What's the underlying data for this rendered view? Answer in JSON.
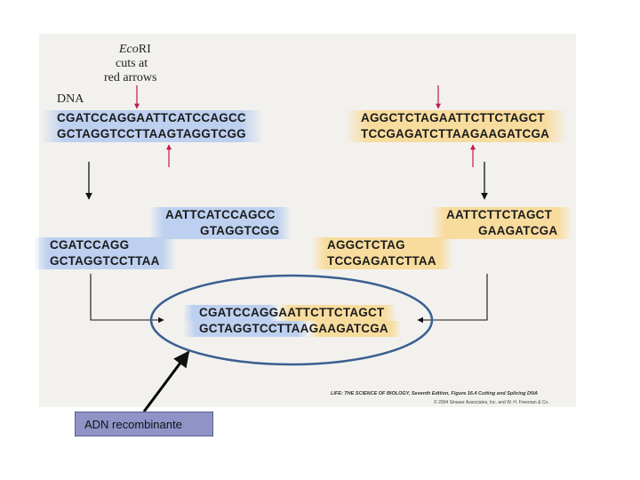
{
  "enzyme": {
    "name_italic": "Eco",
    "name_roman": "RI",
    "line2": "cuts at",
    "line3": "red arrows"
  },
  "dna_label": "DNA",
  "sequences": {
    "blue_top": "CGATCCAGGAATTCATCCAGCC",
    "blue_bottom": "GCTAGGTCCTTAAGTAGGTCGG",
    "yellow_top": "AGGCTCTAGAATTCTTCTAGCT",
    "yellow_bottom": "TCCGAGATCTTAAGAAGATCGA",
    "blue_frag_right_top": "AATTCATCCAGCC",
    "blue_frag_right_bottom": "GTAGGTCGG",
    "yellow_frag_right_top": "AATTCTTCTAGCT",
    "yellow_frag_right_bottom": "GAAGATCGA",
    "blue_frag_left_top": "CGATCCAGG",
    "blue_frag_left_bottom": "GCTAGGTCCTTAA",
    "yellow_frag_left_top": "AGGCTCTAG",
    "yellow_frag_left_bottom": "TCCGAGATCTTAA",
    "recombinant_top_blue": "CGATCCAGG",
    "recombinant_top_yellow": "AATTCTTCTAGCT",
    "recombinant_bottom_blue": "GCTAGGTCCTTAA",
    "recombinant_bottom_yellow": "GAAGATCGA"
  },
  "caption": "LIFE: THE SCIENCE OF BIOLOGY, Seventh Edition, Figure 16.4 Cutting and Splicing DNA",
  "copyright": "© 2004 Sinauer Associates, Inc. and W. H. Freeman & Co.",
  "annotation_label": "ADN recombinante",
  "colors": {
    "blue_strand": "#bdd0ef",
    "yellow_strand": "#f8dc9e",
    "cut_arrow": "#c2185b",
    "ellipse": "#3a5f8f",
    "label_box": "#8f93c6"
  }
}
